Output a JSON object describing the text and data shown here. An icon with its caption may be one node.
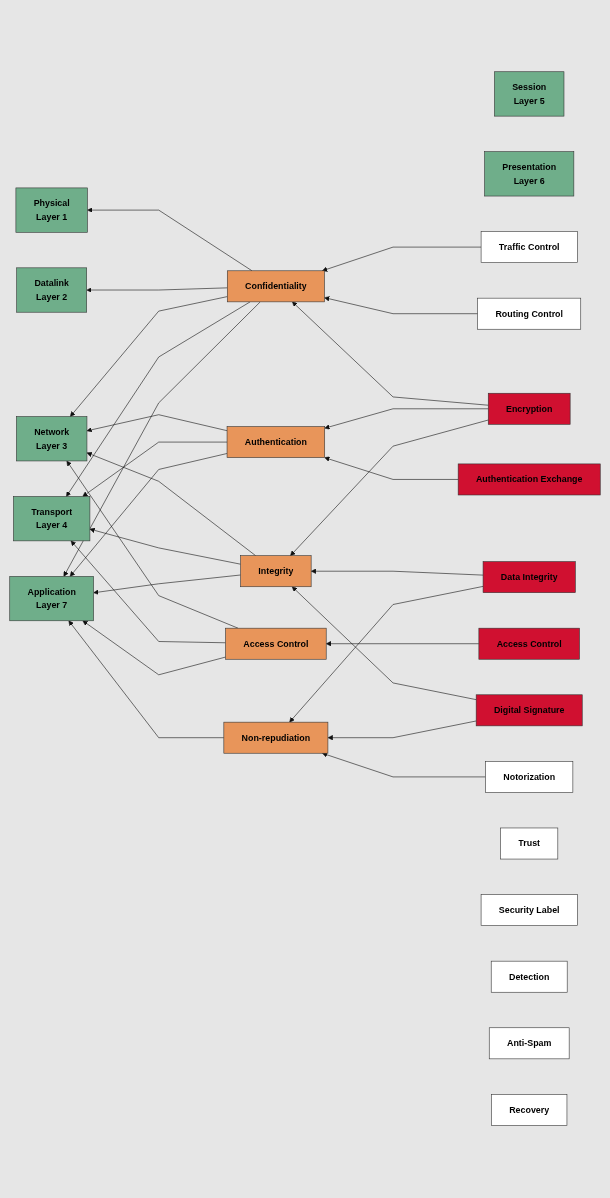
{
  "diagram": {
    "nodes": [
      {
        "text": [
          "Physical",
          "Layer 1"
        ]
      },
      {
        "text": [
          "Datalink",
          "Layer 2"
        ]
      },
      {
        "text": [
          "Network",
          "Layer 3"
        ]
      },
      {
        "text": [
          "Transport",
          "Layer 4"
        ]
      },
      {
        "text": [
          "Session",
          "Layer 5"
        ]
      },
      {
        "text": [
          "Presentation",
          "Layer 6"
        ]
      },
      {
        "text": [
          "Application",
          "Layer 7"
        ]
      },
      {
        "text": [
          "Confidentiality"
        ]
      },
      {
        "text": [
          "Authentication"
        ]
      },
      {
        "text": [
          "Integrity"
        ]
      },
      {
        "text": [
          "Non-repudiation"
        ]
      },
      {
        "text": [
          "Access Control"
        ]
      },
      {
        "text": [
          "Encryption"
        ]
      },
      {
        "text": [
          "Traffic Control"
        ]
      },
      {
        "text": [
          "Routing Control"
        ]
      },
      {
        "text": [
          "Authentication Exchange"
        ]
      },
      {
        "text": [
          "Data Integrity"
        ]
      },
      {
        "text": [
          "Digital Signature"
        ]
      },
      {
        "text": [
          "Notorization"
        ]
      },
      {
        "text": [
          "Access Control"
        ]
      },
      {
        "text": [
          "Trust"
        ]
      },
      {
        "text": [
          "Security Label"
        ]
      },
      {
        "text": [
          "Detection"
        ]
      },
      {
        "text": [
          "Anti-Spam"
        ]
      },
      {
        "text": [
          "Recovery"
        ]
      }
    ],
    "edges": [
      {
        "from": 7,
        "to": 0,
        "arrow": "to"
      },
      {
        "from": 7,
        "to": 1,
        "arrow": "to"
      },
      {
        "from": 7,
        "to": 2,
        "arrow": "to"
      },
      {
        "from": 7,
        "to": 3,
        "arrow": "to"
      },
      {
        "from": 7,
        "to": 6,
        "arrow": "to"
      },
      {
        "from": 8,
        "to": 2,
        "arrow": "to"
      },
      {
        "from": 8,
        "to": 3,
        "arrow": "to"
      },
      {
        "from": 8,
        "to": 6,
        "arrow": "to"
      },
      {
        "from": 9,
        "to": 2,
        "arrow": "to"
      },
      {
        "from": 9,
        "to": 3,
        "arrow": "to"
      },
      {
        "from": 9,
        "to": 6,
        "arrow": "to"
      },
      {
        "from": 10,
        "to": 6,
        "arrow": "to"
      },
      {
        "from": 11,
        "to": 2,
        "arrow": "to"
      },
      {
        "from": 11,
        "to": 3,
        "arrow": "to"
      },
      {
        "from": 11,
        "to": 6,
        "arrow": "to"
      },
      {
        "from": 12,
        "to": 7,
        "arrow": "to"
      },
      {
        "from": 12,
        "to": 8,
        "arrow": "to"
      },
      {
        "from": 12,
        "to": 9,
        "arrow": "to"
      },
      {
        "from": 13,
        "to": 7,
        "arrow": "to"
      },
      {
        "from": 14,
        "to": 7,
        "arrow": "to"
      },
      {
        "from": 15,
        "to": 8,
        "arrow": "to"
      },
      {
        "from": 16,
        "to": 9,
        "arrow": "to"
      },
      {
        "from": 16,
        "to": 10,
        "arrow": "to"
      },
      {
        "from": 17,
        "to": 9,
        "arrow": "to"
      },
      {
        "from": 17,
        "to": 10,
        "arrow": "to"
      },
      {
        "from": 18,
        "to": 10,
        "arrow": "to"
      },
      {
        "from": 19,
        "to": 11,
        "arrow": "to"
      }
    ]
  }
}
